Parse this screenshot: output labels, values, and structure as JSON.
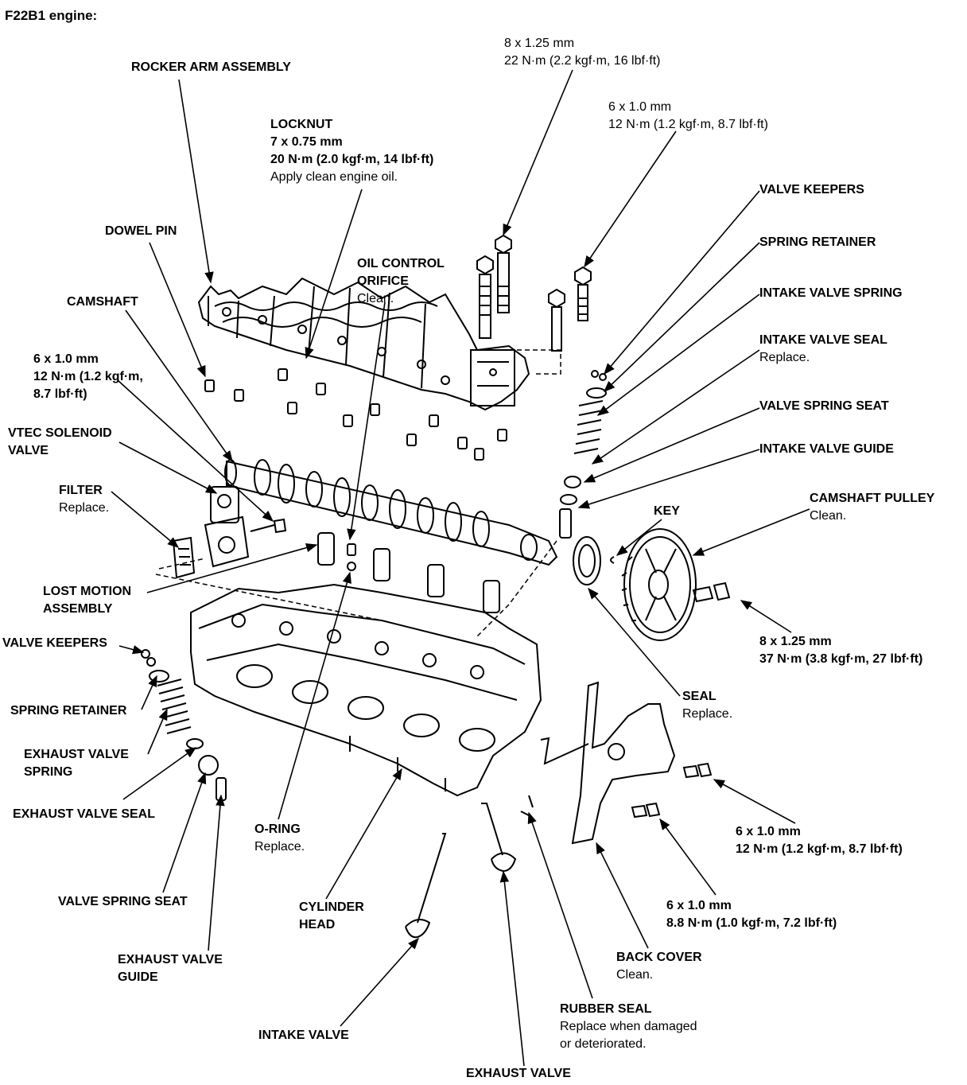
{
  "title": "F22B1 engine:",
  "colors": {
    "ink": "#000000",
    "background": "#ffffff"
  },
  "labels": {
    "rocker_arm_assembly": {
      "title": [
        "ROCKER ARM ASSEMBLY"
      ],
      "note": []
    },
    "bolt_8x125_top": {
      "title": [],
      "note": [
        "8 x 1.25 mm",
        "22 N·m (2.2 kgf·m, 16 lbf·ft)"
      ]
    },
    "locknut": {
      "title": [
        "LOCKNUT",
        "7 x 0.75 mm",
        "20 N·m (2.0 kgf·m, 14 lbf·ft)"
      ],
      "note": [
        "Apply clean engine oil."
      ]
    },
    "bolt_6x10_top": {
      "title": [],
      "note": [
        "6 x 1.0 mm",
        "12 N·m (1.2 kgf·m, 8.7 lbf·ft)"
      ]
    },
    "valve_keepers_right": {
      "title": [
        "VALVE KEEPERS"
      ],
      "note": []
    },
    "spring_retainer_right": {
      "title": [
        "SPRING RETAINER"
      ],
      "note": []
    },
    "intake_valve_spring": {
      "title": [
        "INTAKE VALVE SPRING"
      ],
      "note": []
    },
    "intake_valve_seal": {
      "title": [
        "INTAKE VALVE SEAL"
      ],
      "note": [
        "Replace."
      ]
    },
    "valve_spring_seat_right": {
      "title": [
        "VALVE SPRING SEAT"
      ],
      "note": []
    },
    "intake_valve_guide": {
      "title": [
        "INTAKE VALVE GUIDE"
      ],
      "note": []
    },
    "camshaft_pulley": {
      "title": [
        "CAMSHAFT PULLEY"
      ],
      "note": [
        "Clean."
      ]
    },
    "key": {
      "title": [
        "KEY"
      ],
      "note": []
    },
    "dowel_pin": {
      "title": [
        "DOWEL PIN"
      ],
      "note": []
    },
    "oil_control_orifice": {
      "title": [
        "OIL CONTROL",
        "ORIFICE"
      ],
      "note": [
        "Clean."
      ]
    },
    "camshaft": {
      "title": [
        "CAMSHAFT"
      ],
      "note": []
    },
    "bolt_6x10_left": {
      "title": [],
      "note": [
        "6 x 1.0 mm",
        "12 N·m (1.2 kgf·m,",
        "8.7 lbf·ft)"
      ]
    },
    "vtec_solenoid_valve": {
      "title": [
        "VTEC SOLENOID",
        "VALVE"
      ],
      "note": []
    },
    "filter": {
      "title": [
        "FILTER"
      ],
      "note": [
        "Replace."
      ]
    },
    "lost_motion_assembly": {
      "title": [
        "LOST MOTION",
        "ASSEMBLY"
      ],
      "note": []
    },
    "valve_keepers_left": {
      "title": [
        "VALVE KEEPERS"
      ],
      "note": []
    },
    "spring_retainer_left": {
      "title": [
        "SPRING RETAINER"
      ],
      "note": []
    },
    "exhaust_valve_spring": {
      "title": [
        "EXHAUST VALVE",
        "SPRING"
      ],
      "note": []
    },
    "exhaust_valve_seal": {
      "title": [
        "EXHAUST VALVE SEAL"
      ],
      "note": []
    },
    "o_ring": {
      "title": [
        "O-RING"
      ],
      "note": [
        "Replace."
      ]
    },
    "valve_spring_seat_left": {
      "title": [
        "VALVE SPRING SEAT"
      ],
      "note": []
    },
    "exhaust_valve_guide": {
      "title": [
        "EXHAUST VALVE",
        "GUIDE"
      ],
      "note": []
    },
    "cylinder_head": {
      "title": [
        "CYLINDER",
        "HEAD"
      ],
      "note": []
    },
    "intake_valve": {
      "title": [
        "INTAKE VALVE"
      ],
      "note": []
    },
    "exhaust_valve": {
      "title": [
        "EXHAUST VALVE"
      ],
      "note": []
    },
    "rubber_seal": {
      "title": [
        "RUBBER SEAL"
      ],
      "note": [
        "Replace when damaged",
        "or deteriorated."
      ]
    },
    "back_cover": {
      "title": [
        "BACK COVER"
      ],
      "note": [
        "Clean."
      ]
    },
    "bolt_6x10_cover": {
      "title": [],
      "note": [
        "6 x 1.0 mm",
        "8.8 N·m (1.0 kgf·m, 7.2 lbf·ft)"
      ]
    },
    "bolt_6x10_right": {
      "title": [],
      "note": [
        "6 x 1.0 mm",
        "12 N·m (1.2 kgf·m, 8.7 lbf·ft)"
      ]
    },
    "seal": {
      "title": [
        "SEAL"
      ],
      "note": [
        "Replace."
      ]
    },
    "bolt_8x125_pulley": {
      "title": [],
      "note": [
        "8 x 1.25 mm",
        "37 N·m (3.8 kgf·m, 27 lbf·ft)"
      ]
    }
  }
}
